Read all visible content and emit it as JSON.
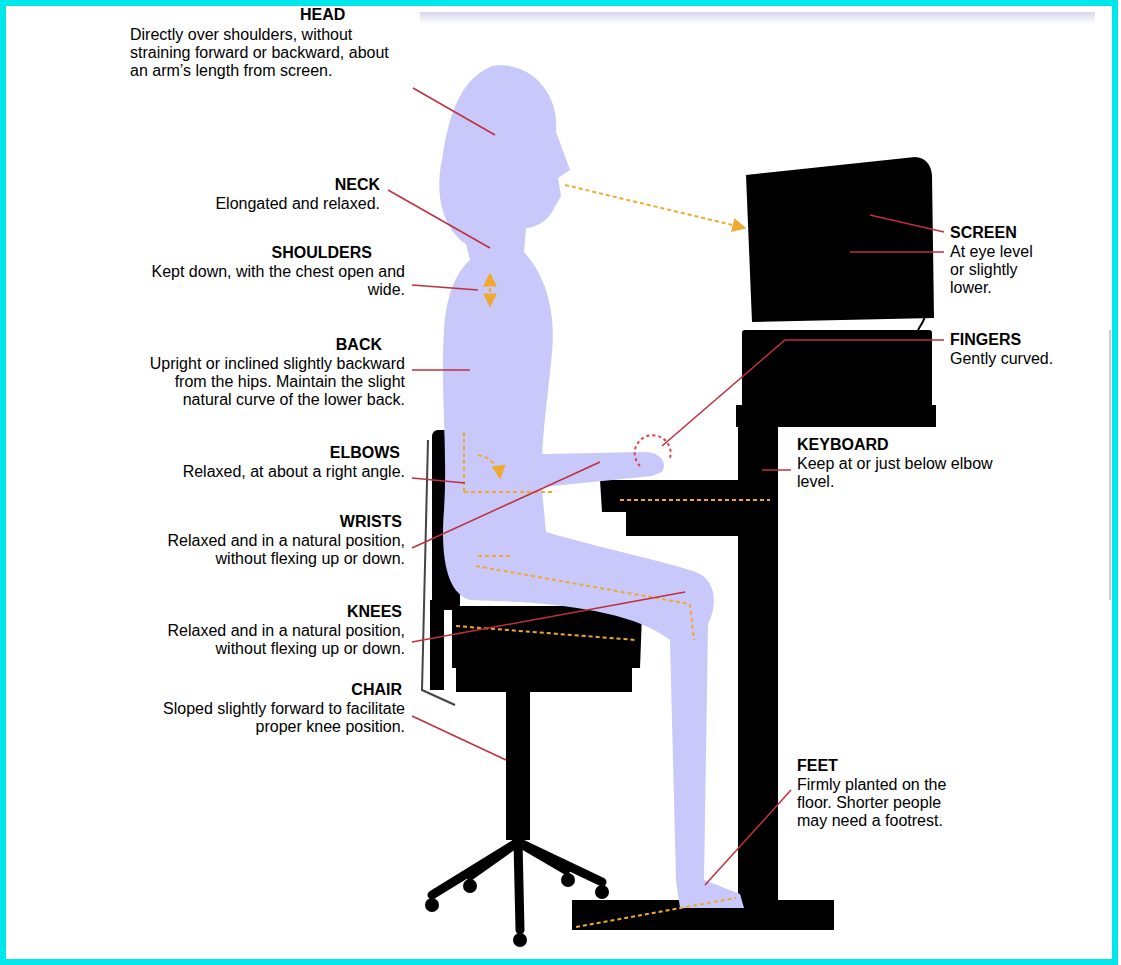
{
  "diagram": {
    "labels": [
      "HEAD",
      "Directly over shoulders, without straining forward or backward, about an arm’s length from screen.",
      "NECK",
      "Elongated and relaxed.",
      "SHOULDERS",
      "Kept down, with the chest open and wide.",
      "BACK",
      "Upright or inclined slightly backward from the hips. Maintain the slight natural curve of the lower back.",
      "ELBOWS",
      "Relaxed, at about a right angle.",
      "WRISTS",
      "Relaxed and in a natural position, without flexing up or down.",
      "KNEES",
      "Relaxed and in a natural position, without flexing up or down.",
      "CHAIR",
      "Sloped slightly forward to facilitate proper knee position.",
      "SCREEN",
      "At eye level or slightly lower.",
      "FINGERS",
      "Gently curved.",
      "KEYBOARD",
      "Keep at or just below elbow level.",
      "FEET",
      "Firmly planted on the floor. Shorter people may need a footrest."
    ]
  }
}
